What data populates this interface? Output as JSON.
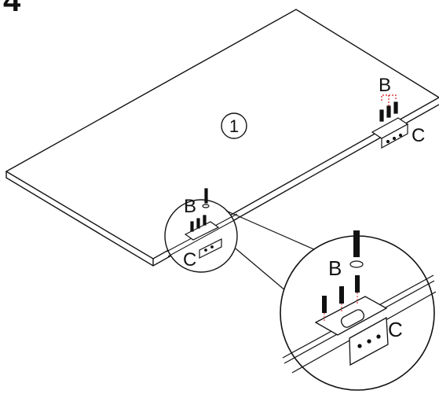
{
  "step": {
    "number": "4"
  },
  "part": {
    "number": "1"
  },
  "labels": {
    "screw": "B",
    "hinge": "C"
  },
  "colors": {
    "line": "#111111",
    "guide": "#d81b1b"
  }
}
